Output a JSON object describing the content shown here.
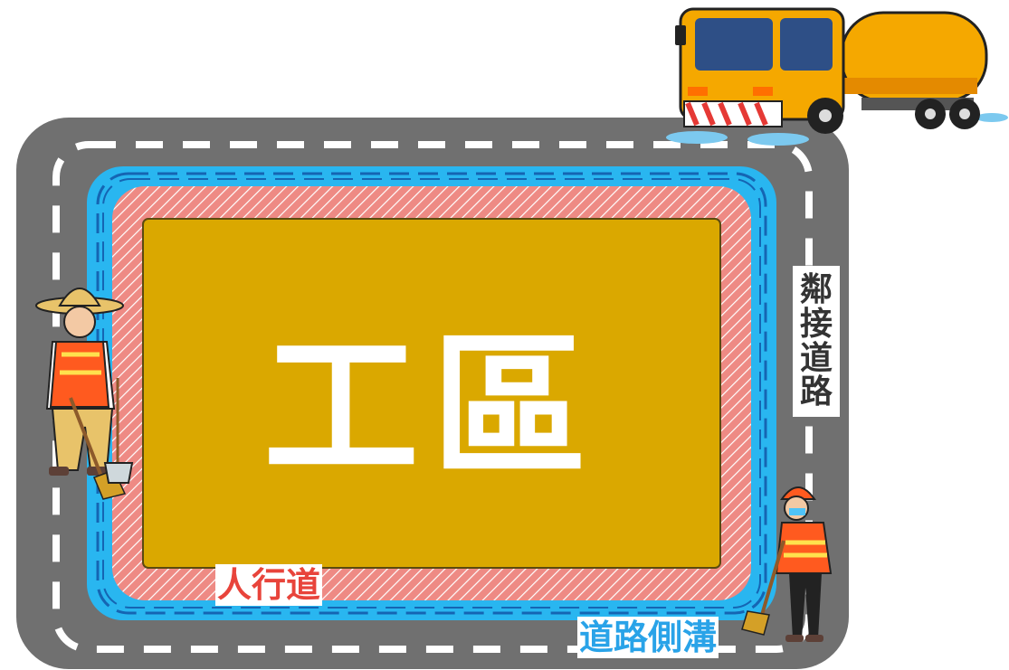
{
  "labels": {
    "work_area": "工區",
    "adjacent_road": "鄰接道路",
    "sidewalk": "人行道",
    "roadside_drain": "道路側溝"
  },
  "colors": {
    "road": "#707070",
    "road_dash": "#ffffff",
    "drain": "#29b6f0",
    "sidewalk": "#ee8a84",
    "work_area": "#daa800",
    "sidewalk_label": "#e8443b",
    "drain_label": "#29a3e8",
    "truck": "#f5a800"
  },
  "icons": [
    "sweeper-truck-icon",
    "worker-straw-hat-icon",
    "worker-helmet-icon"
  ]
}
